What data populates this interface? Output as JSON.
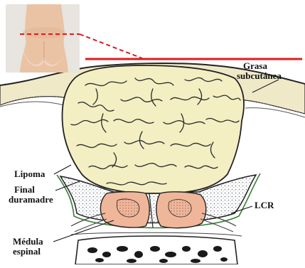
{
  "labels": {
    "grasa_line1": "Grasa",
    "grasa_line2": "subcutánea",
    "lipoma": "Lipoma",
    "final_line1": "Final",
    "final_line2": "duramadre",
    "lcr": "LCR",
    "medula_line1": "Médula",
    "medula_line2": "espinal"
  },
  "colors": {
    "section_line": "#e41a1c",
    "lipoma_fill": "#f3efc3",
    "fat_fill": "#f0e9c8",
    "cord_fill": "#efb69a",
    "csf_dots": "#8a8f98",
    "outline": "#222222"
  }
}
